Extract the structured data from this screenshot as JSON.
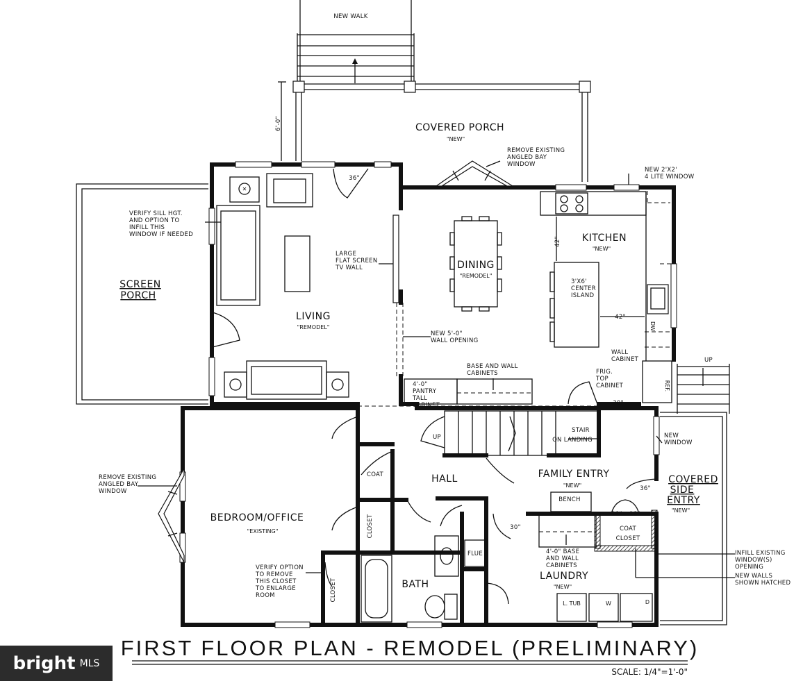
{
  "title": "FIRST FLOOR PLAN - REMODEL (PRELIMINARY)",
  "scale": "SCALE: 1/4\"=1'-0\"",
  "rooms": {
    "covered_porch": "COVERED PORCH",
    "covered_porch_sub": "\"NEW\"",
    "screen_porch_1": "SCREEN",
    "screen_porch_2": "PORCH",
    "living": "LIVING",
    "living_sub": "\"REMODEL\"",
    "dining": "DINING",
    "dining_sub": "\"REMODEL\"",
    "kitchen": "KITCHEN",
    "kitchen_sub": "\"NEW\"",
    "hall": "HALL",
    "family_entry": "FAMILY ENTRY",
    "family_entry_sub": "\"NEW\"",
    "covered_side_1": "COVERED",
    "covered_side_2": "SIDE",
    "covered_side_3": "ENTRY",
    "covered_side_sub": "\"NEW\"",
    "bedroom": "BEDROOM/OFFICE",
    "bedroom_sub": "\"EXISTING\"",
    "bath": "BATH",
    "laundry": "LAUNDRY",
    "laundry_sub": "\"NEW\""
  },
  "notes": {
    "new_walk": "NEW WALK",
    "six_ft": "6'-0\"",
    "remove_bay_1": "REMOVE EXISTING",
    "remove_bay_2": "ANGLED BAY",
    "remove_bay_3": "WINDOW",
    "new_window_1": "NEW 2'X2'",
    "new_window_2": "4 LITE WINDOW",
    "verify_sill_1": "VERIFY SILL HGT.",
    "verify_sill_2": "AND OPTION TO",
    "verify_sill_3": "INFILL THIS",
    "verify_sill_4": "WINDOW IF NEEDED",
    "door_36_a": "36\"",
    "tv_1": "LARGE",
    "tv_2": "FLAT SCREEN",
    "tv_3": "TV WALL",
    "dim_42_a": "42\"",
    "dim_42_b": "42\"",
    "island_1": "3'X6'",
    "island_2": "CENTER",
    "island_3": "ISLAND",
    "dw": "DW",
    "wall_opening_1": "NEW 5'-0\"",
    "wall_opening_2": "WALL OPENING",
    "base_wall_1": "BASE AND WALL",
    "base_wall_2": "CABINETS",
    "pantry_1": "4'-0\"",
    "pantry_2": "PANTRY",
    "pantry_3": "TALL",
    "pantry_4": "CABINET",
    "wall_cab_1": "WALL",
    "wall_cab_2": "CABINET",
    "frig_1": "FRIG.",
    "frig_2": "TOP",
    "frig_3": "CABINET",
    "ref": "REF.",
    "dim_30_a": "30\"",
    "up_a": "UP",
    "up_b": "UP",
    "stair_1": "STAIR",
    "stair_2": "ON LANDING",
    "new_window_side_1": "NEW",
    "new_window_side_2": "WINDOW",
    "coat": "COAT",
    "closet_a": "CLOSET",
    "closet_b": "CLOSET",
    "bench": "BENCH",
    "door_36_b": "36\"",
    "dim_18_a": "18\"",
    "dim_18_b": "18\"",
    "coat_closet_1": "COAT",
    "coat_closet_2": "CLOSET",
    "dim_30_b": "30\"",
    "base_wall2_1": "4'-0\" BASE",
    "base_wall2_2": "AND WALL",
    "base_wall2_3": "CABINETS",
    "flue": "FLUE",
    "ltub": "L. TUB",
    "washer": "W",
    "dryer": "D",
    "verify_closet_1": "VERIFY OPTION",
    "verify_closet_2": "TO REMOVE",
    "verify_closet_3": "THIS CLOSET",
    "verify_closet_4": "TO ENLARGE",
    "verify_closet_5": "ROOM",
    "remove_bay2_1": "REMOVE EXISTING",
    "remove_bay2_2": "ANGLED BAY",
    "remove_bay2_3": "WINDOW",
    "infill_1": "INFILL EXISTING",
    "infill_2": "WINDOW(S)",
    "infill_3": "OPENING",
    "hatched_1": "NEW WALLS",
    "hatched_2": "SHOWN HATCHED"
  },
  "logo": {
    "brand": "bright",
    "suffix": "MLS"
  }
}
